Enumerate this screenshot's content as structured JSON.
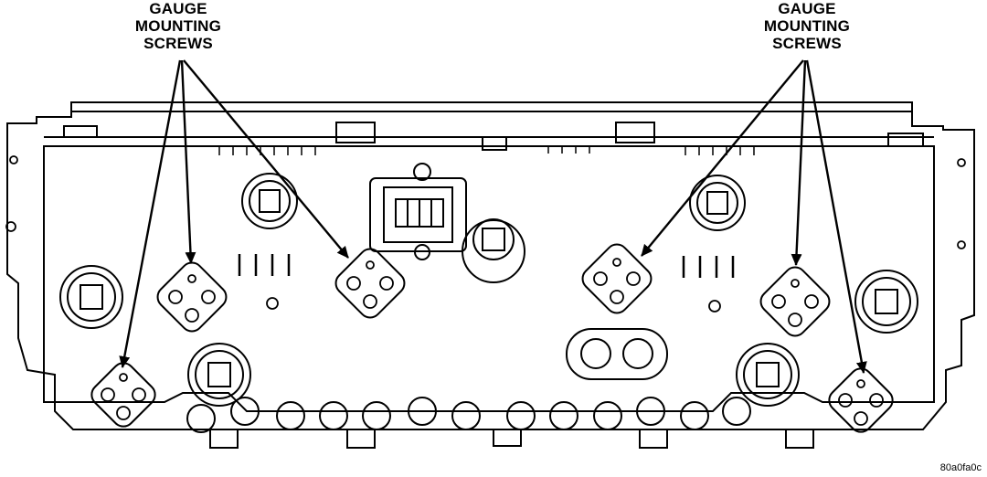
{
  "callouts": {
    "left": {
      "line1": "GAUGE",
      "line2": "MOUNTING",
      "line3": "SCREWS"
    },
    "right": {
      "line1": "GAUGE",
      "line2": "MOUNTING",
      "line3": "SCREWS"
    }
  },
  "figure_id": "80a0fa0c"
}
